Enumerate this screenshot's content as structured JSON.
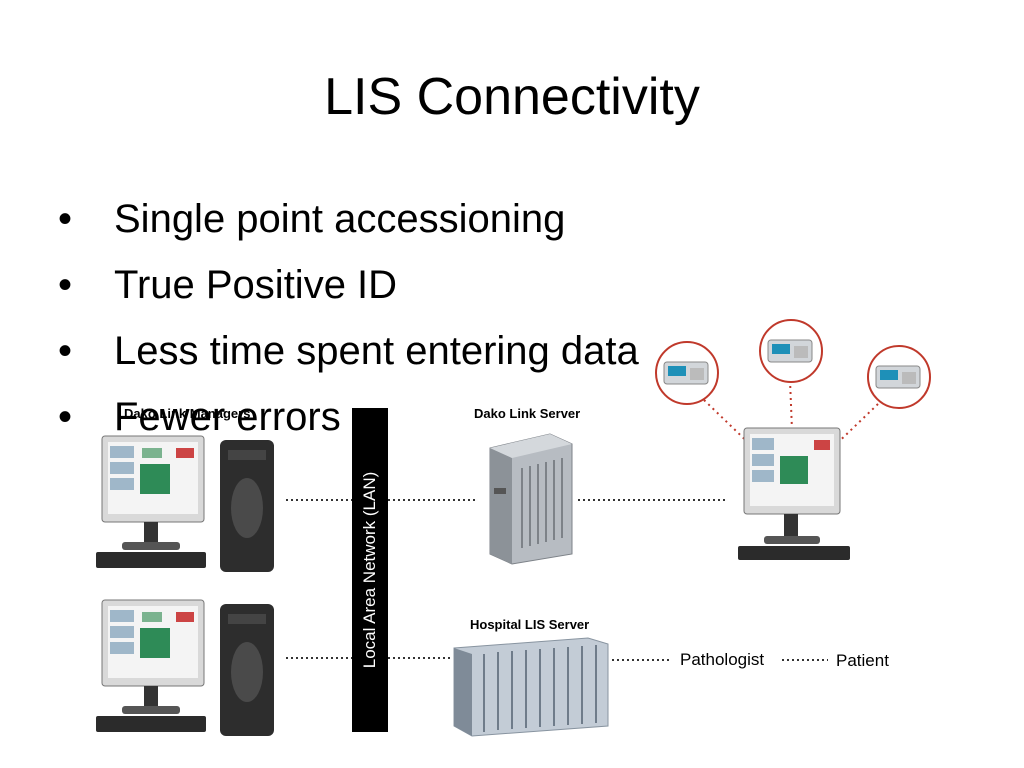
{
  "slide": {
    "title": "LIS Connectivity",
    "bullets": [
      "Single point accessioning",
      "True Positive ID",
      "Less time spent entering data",
      "Fewer errors"
    ]
  },
  "diagram": {
    "link_managers_label": "Dako Link Managers",
    "link_server_label": "Dako Link Server",
    "lis_server_label": "Hospital LIS Server",
    "lan_label": "Local Area Network (LAN)",
    "pathologist_label": "Pathologist",
    "patient_label": "Patient"
  },
  "colors": {
    "lan_bar": "#000000",
    "dotted_link": "#c0392b",
    "screen_accent": "#2e8b57"
  }
}
